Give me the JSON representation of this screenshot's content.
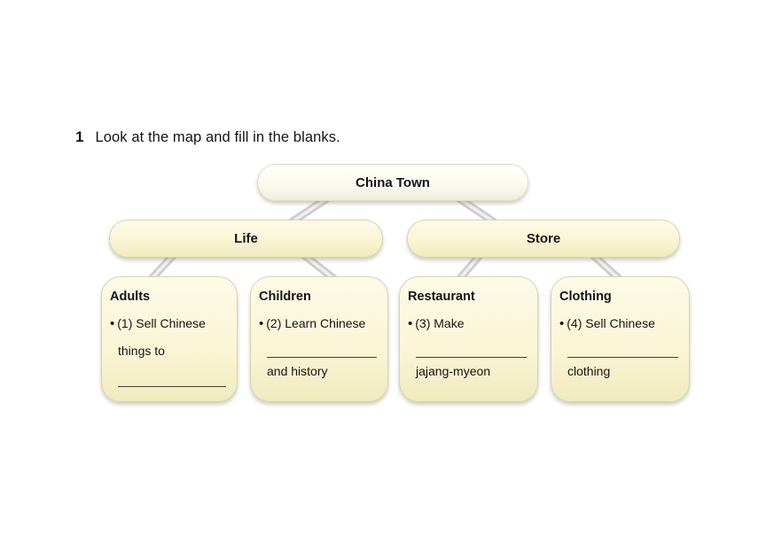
{
  "heading": {
    "number": "1",
    "text": "Look at the map and fill in the blanks."
  },
  "tree": {
    "root": {
      "label": "China Town"
    },
    "branches": [
      {
        "label": "Life"
      },
      {
        "label": "Store"
      }
    ],
    "boxes": [
      {
        "title": "Adults",
        "lines": [
          {
            "type": "bullet",
            "text": "(1) Sell Chinese"
          },
          {
            "type": "text",
            "text": "things to"
          },
          {
            "type": "blank"
          }
        ]
      },
      {
        "title": "Children",
        "lines": [
          {
            "type": "bullet",
            "text": "(2) Learn Chinese"
          },
          {
            "type": "blank"
          },
          {
            "type": "text",
            "text": "and history"
          }
        ]
      },
      {
        "title": "Restaurant",
        "lines": [
          {
            "type": "bullet",
            "text": "(3) Make"
          },
          {
            "type": "blank"
          },
          {
            "type": "text",
            "text": "jajang-myeon"
          }
        ]
      },
      {
        "title": "Clothing",
        "lines": [
          {
            "type": "bullet",
            "text": "(4) Sell Chinese"
          },
          {
            "type": "blank"
          },
          {
            "type": "text",
            "text": "clothing"
          }
        ]
      }
    ]
  },
  "colors": {
    "page_background": "#ffffff",
    "box_fill": "#faf5d5",
    "box_border": "#d8d2a8",
    "root_fill": "#fbfaf1",
    "connector": "#cdcdcd",
    "text": "#141414",
    "blank_line": "#3e3e3e"
  }
}
